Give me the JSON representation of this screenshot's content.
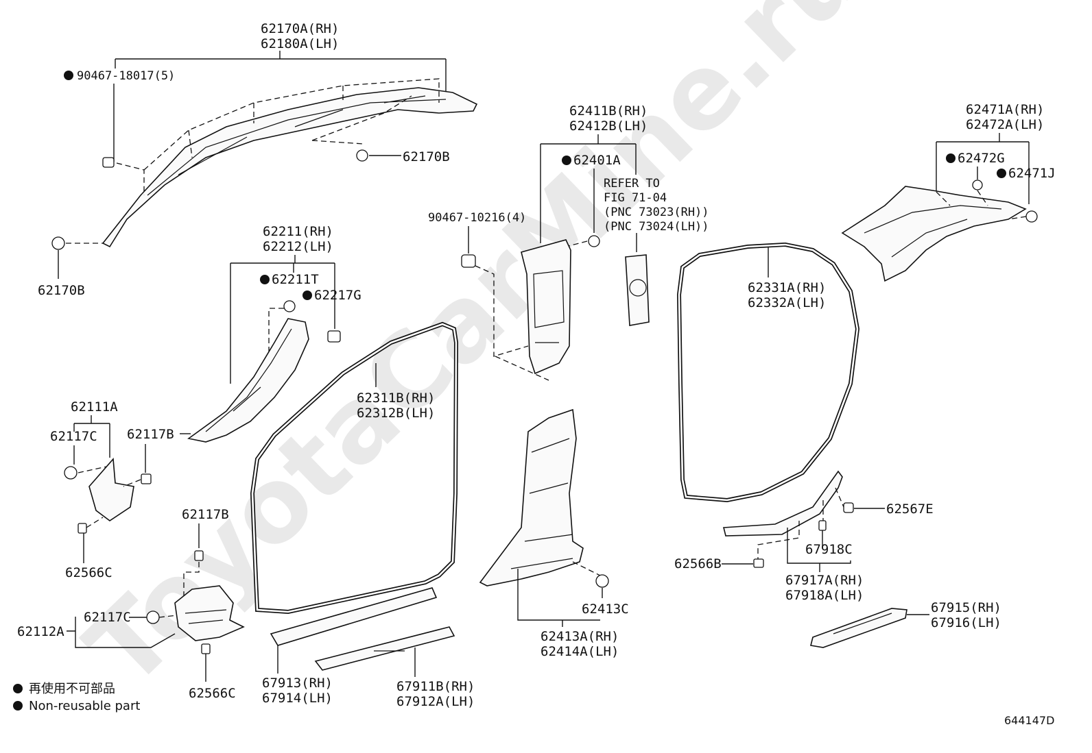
{
  "watermark": "ToyotaCarMine.ru",
  "diagram_code": "644147D",
  "legend": {
    "jp": "再使用不可部品",
    "en": "Non-reusable part"
  },
  "labels": {
    "l62170A_rh": "62170A(RH)",
    "l62180A_lh": "62180A(LH)",
    "l90467_18017": "90467-18017(5)",
    "l62170B_top": "62170B",
    "l62170B_left": "62170B",
    "l62211_rh": "62211(RH)",
    "l62212_lh": "62212(LH)",
    "l62211T": "62211T",
    "l62217G": "62217G",
    "l62111A": "62111A",
    "l62117C_a": "62117C",
    "l62117B_a": "62117B",
    "l62117B_b": "62117B",
    "l62566C_a": "62566C",
    "l62566C_b": "62566C",
    "l62112A": "62112A",
    "l62117C_b": "62117C",
    "l62311B_rh": "62311B(RH)",
    "l62312B_lh": "62312B(LH)",
    "l67913_rh": "67913(RH)",
    "l67914_lh": "67914(LH)",
    "l67911B_rh": "67911B(RH)",
    "l67912A_lh": "67912A(LH)",
    "l90467_10216": "90467-10216(4)",
    "l62411B_rh": "62411B(RH)",
    "l62412B_lh": "62412B(LH)",
    "l62401A": "62401A",
    "refer1": "REFER TO",
    "refer2": "FIG 71-04",
    "refer3": "(PNC 73023(RH))",
    "refer4": "(PNC 73024(LH))",
    "l62413C": "62413C",
    "l62413A_rh": "62413A(RH)",
    "l62414A_lh": "62414A(LH)",
    "l62331A_rh": "62331A(RH)",
    "l62332A_lh": "62332A(LH)",
    "l62471A_rh": "62471A(RH)",
    "l62472A_lh": "62472A(LH)",
    "l62472G": "62472G",
    "l62471J": "62471J",
    "l62567E": "62567E",
    "l67918C": "67918C",
    "l62566B": "62566B",
    "l67917A_rh": "67917A(RH)",
    "l67918A_lh": "67918A(LH)",
    "l67915_rh": "67915(RH)",
    "l67916_lh": "67916(LH)"
  }
}
